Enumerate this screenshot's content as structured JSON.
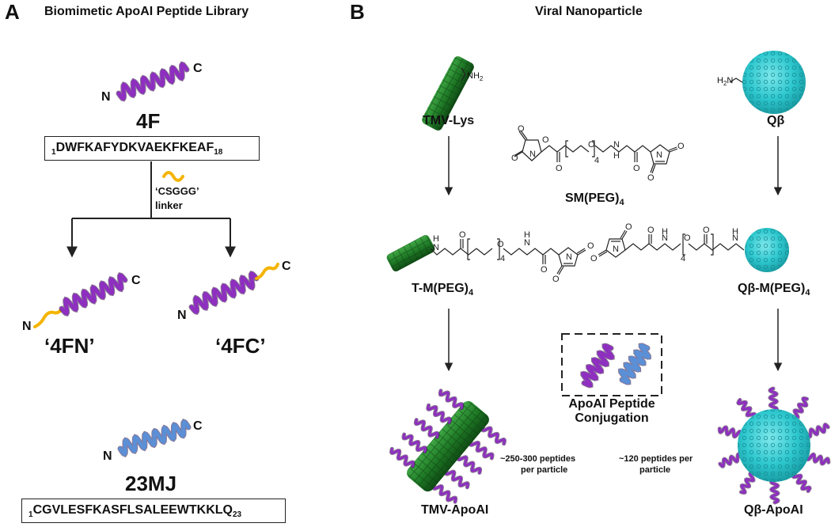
{
  "panel_a": {
    "letter": "A",
    "title": "Biomimetic ApoAI Peptide Library",
    "peptide_4f": {
      "n": "N",
      "c": "C",
      "name": "4F",
      "seq_start": "1",
      "sequence": "DWFKAFYDKVAEKFKEAF",
      "seq_end": "18"
    },
    "linker_name": "‘CSGGG’",
    "linker_word": "linker",
    "peptide_4fn": {
      "n": "N",
      "c": "C",
      "name": "‘4FN’"
    },
    "peptide_4fc": {
      "n": "N",
      "c": "C",
      "name": "‘4FC’"
    },
    "peptide_23mj": {
      "n": "N",
      "c": "C",
      "name": "23MJ",
      "seq_start": "1",
      "sequence": "CGVLESFKASFLSALEEWTKKLQ",
      "seq_end": "23"
    }
  },
  "panel_b": {
    "letter": "B",
    "title": "Viral Nanoparticle",
    "tmv_lys": "TMV-Lys",
    "qbeta": "Qβ",
    "nh2": "NH",
    "nh2_sub": "2",
    "h2n_h": "H",
    "h2n_sub": "2",
    "h2n_n": "N",
    "sm_peg4": "SM(PEG)",
    "sm_peg4_sub": "4",
    "t_m_peg4": "T-M(PEG)",
    "t_m_peg4_sub": "4",
    "qb_m_peg4": "Qβ-M(PEG)",
    "qb_m_peg4_sub": "4",
    "conjugation_line1": "ApoAI Peptide",
    "conjugation_line2": "Conjugation",
    "tmv_count_line1": "~250-300 peptides",
    "tmv_count_line2": "per particle",
    "qb_count_line1": "~120 peptides per",
    "qb_count_line2": "particle",
    "tmv_apoai": "TMV-ApoAI",
    "qb_apoai": "Qβ-ApoAI",
    "atom_o": "O",
    "atom_n": "N",
    "atom_h": "H",
    "repeat_4": "4"
  },
  "colors": {
    "helix_purple": "#8e2fc0",
    "helix_blue": "#5b8fd6",
    "linker_yellow": "#f4b400",
    "tmv_green": "#1f7a26",
    "qbeta_cyan": "#2ec8cf"
  }
}
